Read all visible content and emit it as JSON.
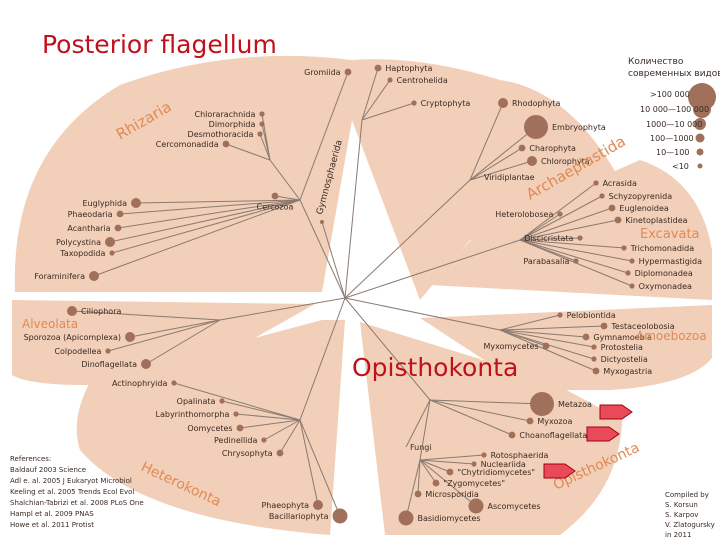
{
  "title": "Posterior flagellum",
  "highlight_label": "Opisthokonta",
  "colors": {
    "sector_fill": "#f2cfb8",
    "branch": "#8a7a70",
    "node": "#a0705a",
    "group_label": "#e08a55",
    "title": "#c0101a",
    "arrow_fill": "#e84a5a",
    "arrow_stroke": "#a00010",
    "taxon_text": "#3a2a22"
  },
  "groups": [
    {
      "name": "Rhizaria"
    },
    {
      "name": "Archaeplastida"
    },
    {
      "name": "Excavata"
    },
    {
      "name": "Amoebozoa"
    },
    {
      "name": "Alveolata"
    },
    {
      "name": "Heterokonta"
    },
    {
      "name": "Opisthokonta"
    },
    {
      "name": "Gymnosphaerida"
    }
  ],
  "taxa": [
    {
      "label": "Gromiida",
      "size": 2
    },
    {
      "label": "Chlorarachnida",
      "size": 1
    },
    {
      "label": "Dimorphida",
      "size": 1
    },
    {
      "label": "Desmothoracida",
      "size": 1
    },
    {
      "label": "Cercomonadida",
      "size": 2
    },
    {
      "label": "Cercozoa",
      "size": 2
    },
    {
      "label": "Euglyphida",
      "size": 3
    },
    {
      "label": "Phaeodaria",
      "size": 2
    },
    {
      "label": "Acantharia",
      "size": 2
    },
    {
      "label": "Polycystina",
      "size": 3
    },
    {
      "label": "Taxopodida",
      "size": 1
    },
    {
      "label": "Foraminifera",
      "size": 3
    },
    {
      "label": "Haptophyta",
      "size": 2
    },
    {
      "label": "Centrohelida",
      "size": 1
    },
    {
      "label": "Cryptophyta",
      "size": 1
    },
    {
      "label": "Rhodophyta",
      "size": 3
    },
    {
      "label": "Embryophyta",
      "size": 5
    },
    {
      "label": "Charophyta",
      "size": 2
    },
    {
      "label": "Chlorophyta",
      "size": 3
    },
    {
      "label": "Viridiplantae",
      "size": 0
    },
    {
      "label": "Acrasida",
      "size": 1
    },
    {
      "label": "Schyzopyrenida",
      "size": 1
    },
    {
      "label": "Euglenoidea",
      "size": 2
    },
    {
      "label": "Kinetoplastidea",
      "size": 2
    },
    {
      "label": "Heterolobosea",
      "size": 1
    },
    {
      "label": "Discicristata",
      "size": 1
    },
    {
      "label": "Trichomonadida",
      "size": 1
    },
    {
      "label": "Hypermastigida",
      "size": 1
    },
    {
      "label": "Parabasalia",
      "size": 1
    },
    {
      "label": "Diplomonadea",
      "size": 1
    },
    {
      "label": "Oxymonadea",
      "size": 1
    },
    {
      "label": "Ciliophora",
      "size": 3
    },
    {
      "label": "Sporozoa (Apicomplexa)",
      "size": 3
    },
    {
      "label": "Colpodellea",
      "size": 1
    },
    {
      "label": "Dinoflagellata",
      "size": 3
    },
    {
      "label": "Pelobiontida",
      "size": 1
    },
    {
      "label": "Testaceolobosia",
      "size": 2
    },
    {
      "label": "Gymnamoebia",
      "size": 2
    },
    {
      "label": "Myxomycetes",
      "size": 2
    },
    {
      "label": "Protostelia",
      "size": 1
    },
    {
      "label": "Dictyostelia",
      "size": 1
    },
    {
      "label": "Myxogastria",
      "size": 2
    },
    {
      "label": "Actinophryida",
      "size": 1
    },
    {
      "label": "Opalinata",
      "size": 1
    },
    {
      "label": "Labyrinthomorpha",
      "size": 1
    },
    {
      "label": "Oomycetes",
      "size": 2
    },
    {
      "label": "Pedinellida",
      "size": 1
    },
    {
      "label": "Chrysophyta",
      "size": 2
    },
    {
      "label": "Phaeophyta",
      "size": 3
    },
    {
      "label": "Bacillariophyta",
      "size": 4
    },
    {
      "label": "Metazoa",
      "size": 5
    },
    {
      "label": "Myxozoa",
      "size": 2
    },
    {
      "label": "Choanoflagellata",
      "size": 2
    },
    {
      "label": "Fungi",
      "size": 0
    },
    {
      "label": "Rotosphaerida",
      "size": 1
    },
    {
      "label": "Nucleariida",
      "size": 1
    },
    {
      "label": "\"Chytridiomycetes\"",
      "size": 2
    },
    {
      "label": "\"Zygomycetes\"",
      "size": 2
    },
    {
      "label": "Microsporidia",
      "size": 2
    },
    {
      "label": "Ascomycetes",
      "size": 4
    },
    {
      "label": "Basidiomycetes",
      "size": 4
    }
  ],
  "legend": {
    "title_lines": [
      "Количество",
      "современных видов"
    ],
    "items": [
      ">100 000",
      "10 000—100 000",
      "1000—10 000",
      "100—1000",
      "10—100",
      "<10"
    ]
  },
  "references": {
    "heading": "References:",
    "lines": [
      "Baldauf 2003 Science",
      "Adl e. al. 2005 J Eukaryot Microbiol",
      "Keeling et al. 2005 Trends Ecol Evol",
      "Shalchian-Tabrizi et al. 2008 PLoS One",
      "Hampl et al. 2009 PNAS",
      "Howe et al. 2011 Protist"
    ]
  },
  "credits": {
    "lines": [
      "Compiled by",
      "S. Korsun",
      "S. Karpov",
      "V. Zlatogursky",
      "in 2011"
    ]
  }
}
